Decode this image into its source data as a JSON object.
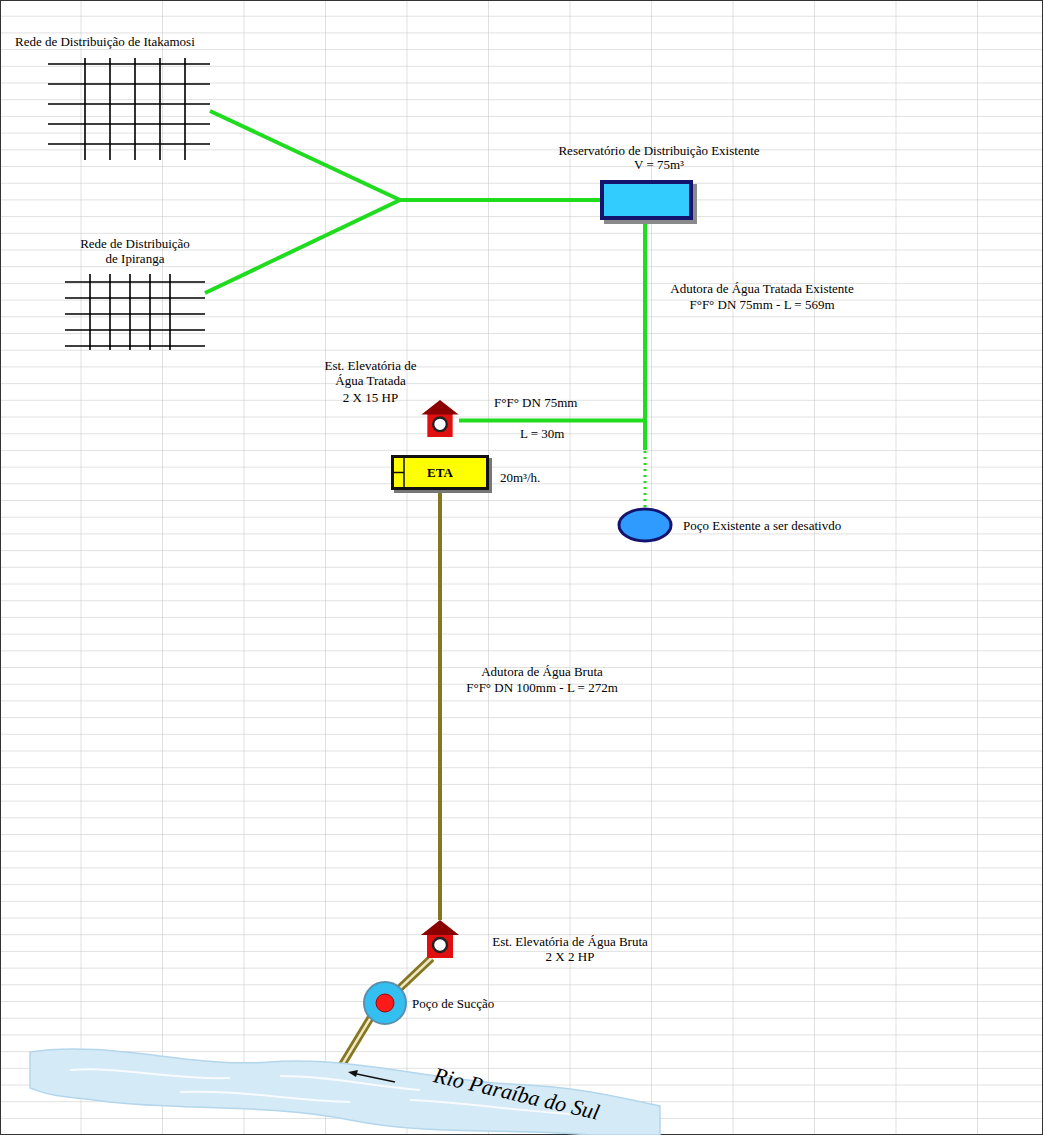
{
  "diagram": {
    "nodes": [
      {
        "text": [
          "Rede de Distribuição de Itakamosi"
        ]
      },
      {
        "text": [
          "Rede de Distribuição de Ipiranga"
        ]
      },
      {
        "text": [
          "Reservatório de Distribuição Existente",
          "V = 75m³"
        ]
      },
      {
        "text": [
          "Est. Elevatória de Água Tratada",
          "2 X 15 HP"
        ]
      },
      {
        "text": [
          "ETA",
          "20m³/h."
        ]
      },
      {
        "text": [
          "Poço Existente a ser desativdo"
        ]
      },
      {
        "text": [
          "Est. Elevatória de Água Bruta",
          "2 X 2 HP"
        ]
      },
      {
        "text": [
          "Poço de Sucção"
        ]
      },
      {
        "text": [
          "Rio Paraíba do Sul"
        ]
      }
    ],
    "edges": [
      {
        "from": 2,
        "to": 0,
        "arrow": "none"
      },
      {
        "from": 2,
        "to": 1,
        "arrow": "none"
      },
      {
        "from": 3,
        "to": 2,
        "arrow": "none"
      },
      {
        "from": 5,
        "to": 2,
        "arrow": "none"
      },
      {
        "from": 6,
        "to": 4,
        "arrow": "none"
      },
      {
        "from": 7,
        "to": 6,
        "arrow": "none"
      },
      {
        "from": 8,
        "to": 7,
        "arrow": "none"
      }
    ],
    "labels": [
      "Adutora de Água Tratada Existente",
      "F°F° DN 75mm - L = 569m",
      "F°F° DN 75mm",
      "L = 30m",
      "Adutora de Água Bruta",
      "F°F° DN 100mm - L = 272m"
    ]
  }
}
